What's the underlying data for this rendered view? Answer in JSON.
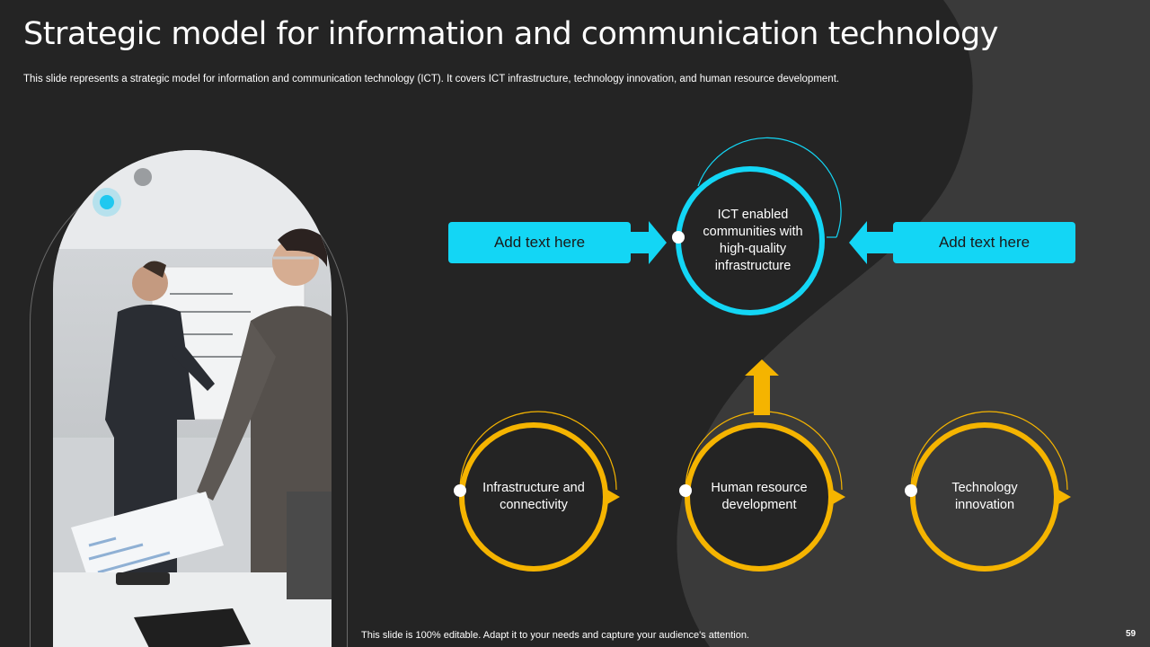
{
  "title": "Strategic model for information and communication technology",
  "subtitle": "This slide represents a strategic model for information and communication technology (ICT). It covers ICT infrastructure, technology innovation, and human resource development.",
  "center_node": {
    "label": "ICT enabled communities with high-quality infrastructure",
    "color": "#13d6f5"
  },
  "side_boxes": [
    {
      "label": "Add text here"
    },
    {
      "label": "Add text here"
    }
  ],
  "bottom_nodes": [
    {
      "label": "Infrastructure and connectivity"
    },
    {
      "label": "Human resource development"
    },
    {
      "label": "Technology innovation"
    }
  ],
  "colors": {
    "accent_cyan": "#13d6f5",
    "accent_yellow": "#f5b400",
    "background": "#242424",
    "wave": "#3a3a3a"
  },
  "footer": "This slide is 100% editable. Adapt it to your needs and capture your audience's attention.",
  "page_number": "59"
}
